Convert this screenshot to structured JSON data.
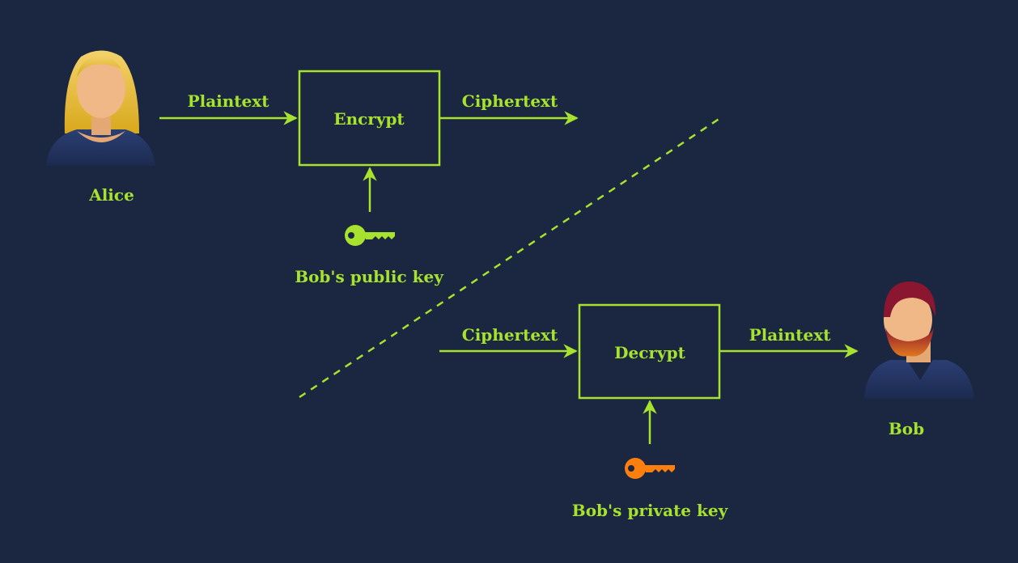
{
  "colors": {
    "background": "#1b2640",
    "accent": "#a6e22e",
    "public_key": "#a6e22e",
    "private_key": "#ff7f0e"
  },
  "alice": {
    "name": "Alice",
    "icon": "woman-avatar-icon"
  },
  "bob": {
    "name": "Bob",
    "icon": "bearded-man-avatar-icon"
  },
  "encrypt": {
    "box_label": "Encrypt",
    "input_label": "Plaintext",
    "output_label": "Ciphertext",
    "key_label": "Bob's public key",
    "key_icon": "key-icon"
  },
  "decrypt": {
    "box_label": "Decrypt",
    "input_label": "Ciphertext",
    "output_label": "Plaintext",
    "key_label": "Bob's private key",
    "key_icon": "key-icon"
  }
}
